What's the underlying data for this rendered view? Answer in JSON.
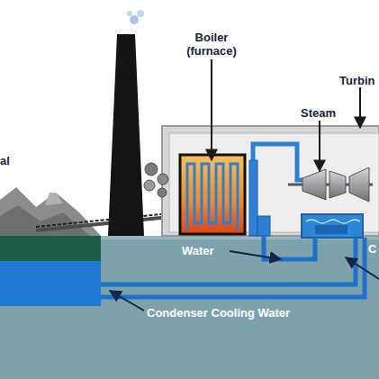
{
  "diagram": {
    "labels": [
      "Boiler (furnace)",
      "Turbin",
      "al",
      "Steam",
      "Water",
      "C",
      "Condenser Cooling Water"
    ]
  }
}
